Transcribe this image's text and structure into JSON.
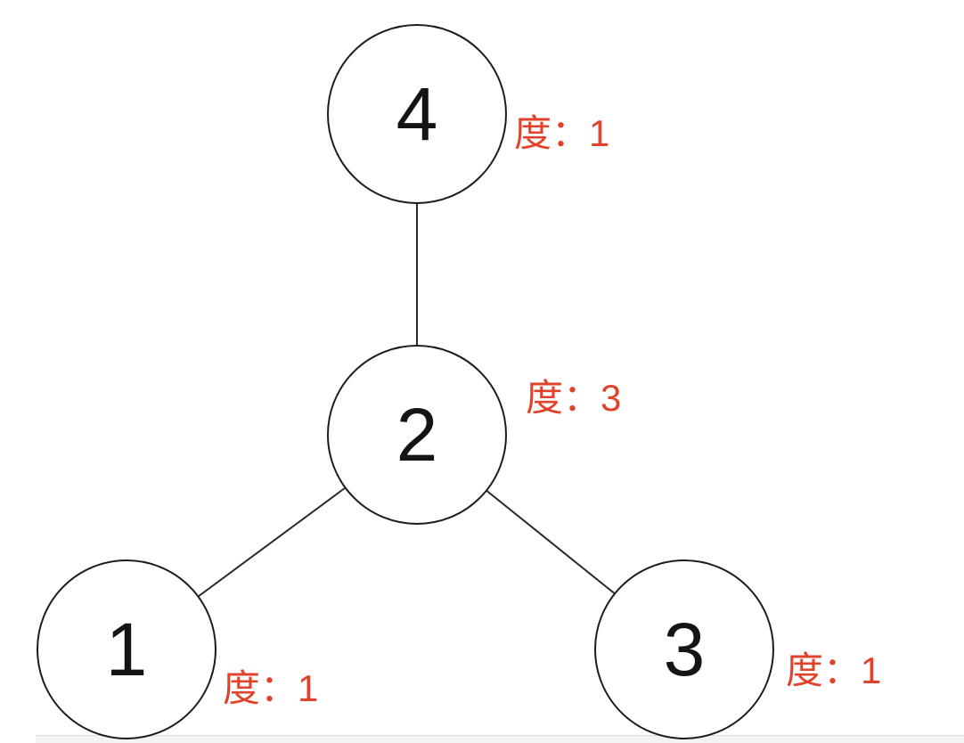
{
  "graph": {
    "description": "Undirected graph of 4 nodes with degree annotations",
    "accent_color": "#e0432b",
    "node_fill": "#ffffff",
    "node_stroke": "#1c1c1c",
    "edge_color": "#2a2a2a",
    "nodes": [
      {
        "id": "4",
        "label": "4",
        "degree_label": "度：1",
        "position": "top"
      },
      {
        "id": "2",
        "label": "2",
        "degree_label": "度：3",
        "position": "center"
      },
      {
        "id": "1",
        "label": "1",
        "degree_label": "度：1",
        "position": "bottom-left"
      },
      {
        "id": "3",
        "label": "3",
        "degree_label": "度：1",
        "position": "bottom-right"
      }
    ],
    "edges": [
      {
        "from": "4",
        "to": "2"
      },
      {
        "from": "2",
        "to": "1"
      },
      {
        "from": "2",
        "to": "3"
      }
    ]
  }
}
